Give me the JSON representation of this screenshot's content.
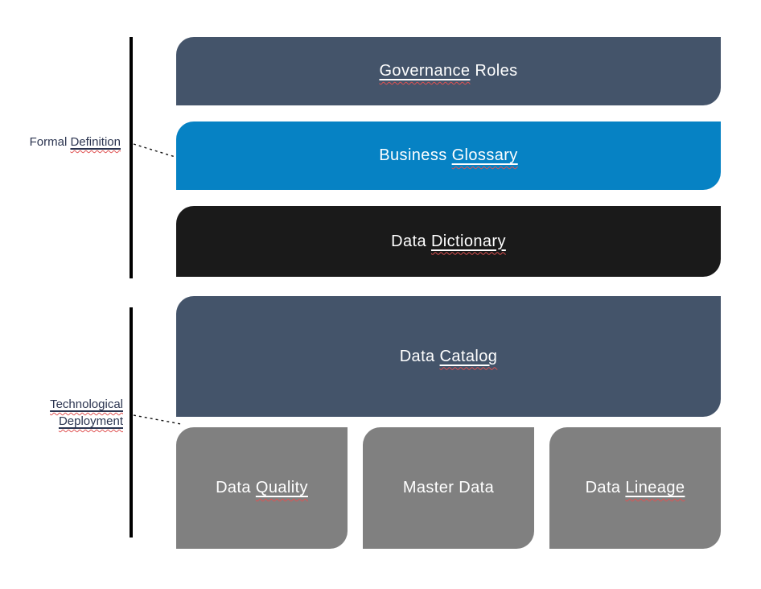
{
  "colors": {
    "slate": "#44546A",
    "blue": "#0682C4",
    "near_black": "#1A1A1A",
    "gray": "#808080",
    "bracket_line": "#000000",
    "label_text": "#2B3450",
    "box_text": "#FFFFFF",
    "spellcheck_red": "#E05252"
  },
  "labels": {
    "formal_definition": {
      "lines": [
        [
          {
            "text": "Formal ",
            "marked": false
          },
          {
            "text": "Definition",
            "marked": true
          }
        ]
      ]
    },
    "technological_deployment": {
      "lines": [
        [
          {
            "text": "Technological",
            "marked": true
          }
        ],
        [
          {
            "text": "Deployment",
            "marked": true
          }
        ]
      ]
    }
  },
  "boxes": [
    {
      "name": "governance-roles",
      "bg": "#44546A",
      "segments": [
        {
          "text": "Governance",
          "marked": true
        },
        {
          "text": " Roles",
          "marked": false
        }
      ]
    },
    {
      "name": "business-glossary",
      "bg": "#0682C4",
      "segments": [
        {
          "text": "Business ",
          "marked": false
        },
        {
          "text": "Glossary",
          "marked": true
        }
      ]
    },
    {
      "name": "data-dictionary",
      "bg": "#1A1A1A",
      "segments": [
        {
          "text": "Data ",
          "marked": false
        },
        {
          "text": "Dictionary",
          "marked": true
        }
      ]
    },
    {
      "name": "data-catalog",
      "bg": "#44546A",
      "segments": [
        {
          "text": "Data ",
          "marked": false
        },
        {
          "text": "Catalog",
          "marked": true
        }
      ]
    },
    {
      "name": "data-quality",
      "bg": "#808080",
      "segments": [
        {
          "text": "Data ",
          "marked": false
        },
        {
          "text": "Quality",
          "marked": true
        }
      ]
    },
    {
      "name": "master-data",
      "bg": "#808080",
      "segments": [
        {
          "text": "Master Data",
          "marked": false
        }
      ]
    },
    {
      "name": "data-lineage",
      "bg": "#808080",
      "segments": [
        {
          "text": "Data ",
          "marked": false
        },
        {
          "text": "Lineage",
          "marked": true
        }
      ]
    }
  ]
}
